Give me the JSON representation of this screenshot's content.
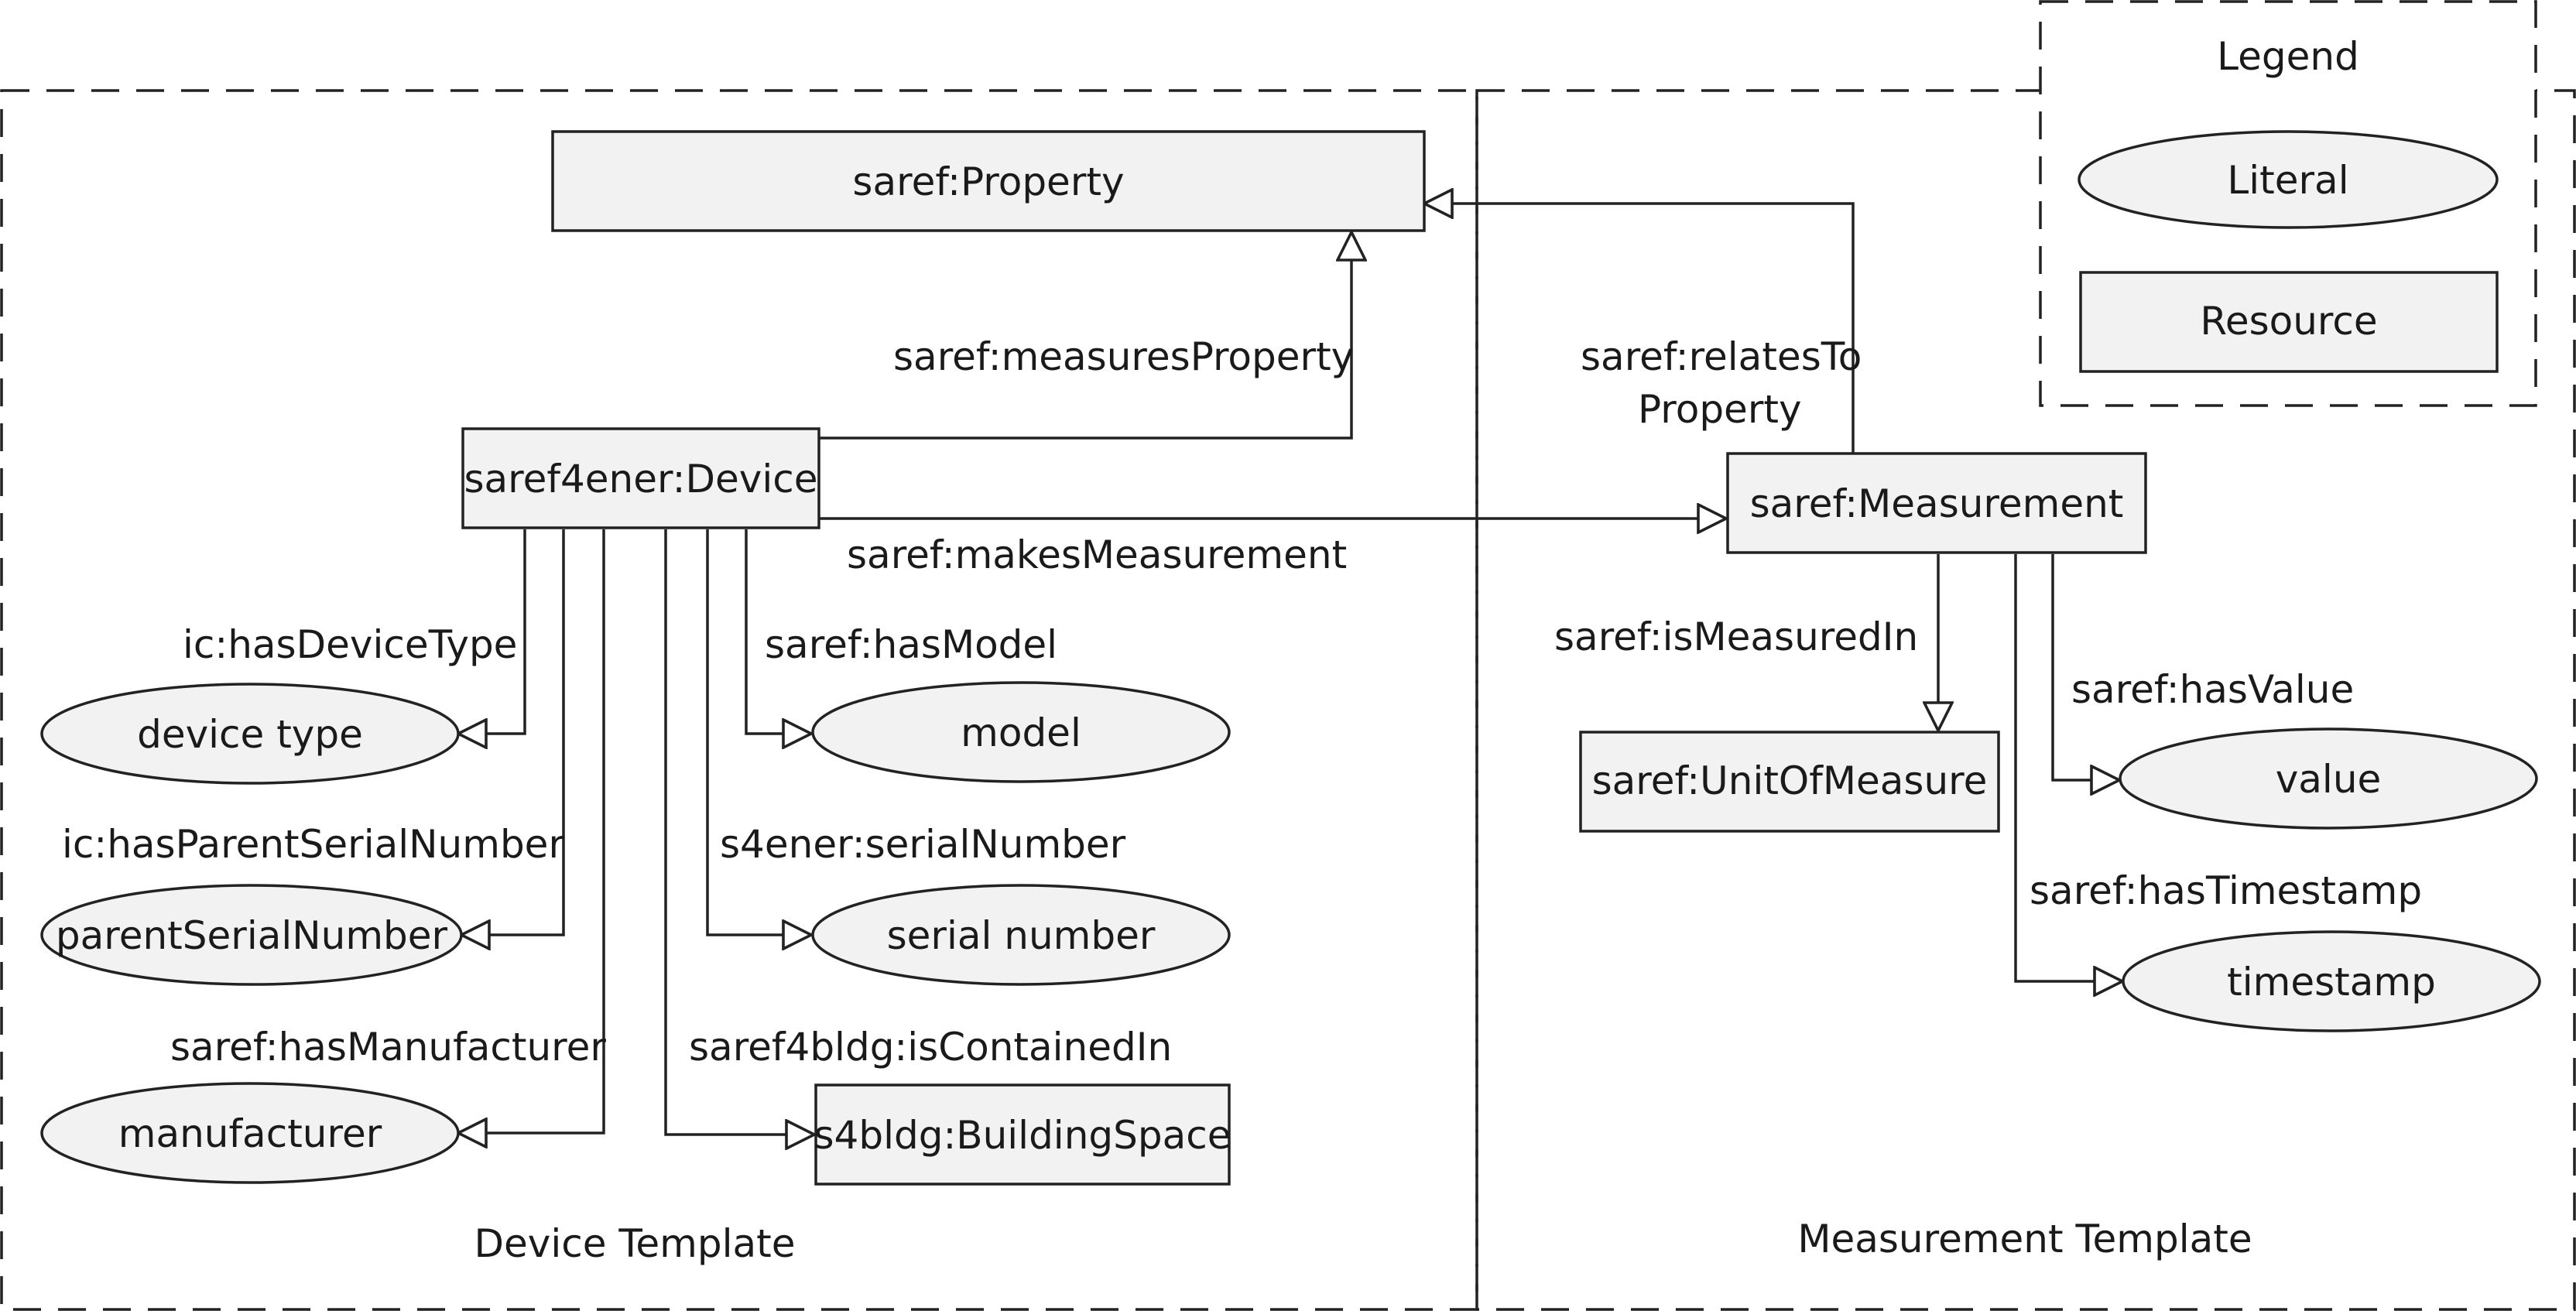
{
  "nodes": {
    "property": "saref:Property",
    "device": "saref4ener:Device",
    "measurement": "saref:Measurement",
    "unit": "saref:UnitOfMeasure",
    "device_type": "device type",
    "model": "model",
    "parent_serial": "parentSerialNumber",
    "serial_number": "serial number",
    "manufacturer": "manufacturer",
    "building_space": "s4bldg:BuildingSpace",
    "value": "value",
    "timestamp": "timestamp"
  },
  "edges": {
    "measures_property": "saref:measuresProperty",
    "relates_to_property_1": "saref:relatesTo",
    "relates_to_property_2": "Property",
    "makes_measurement": "saref:makesMeasurement",
    "has_device_type": "ic:hasDeviceType",
    "has_model": "saref:hasModel",
    "has_parent_serial": "ic:hasParentSerialNumber",
    "serial_number": "s4ener:serialNumber",
    "has_manufacturer": "saref:hasManufacturer",
    "is_contained_in": "saref4bldg:isContainedIn",
    "is_measured_in": "saref:isMeasuredIn",
    "has_value": "saref:hasValue",
    "has_timestamp": "saref:hasTimestamp"
  },
  "regions": {
    "device_template": "Device Template",
    "measurement_template": "Measurement Template"
  },
  "legend": {
    "title": "Legend",
    "literal": "Literal",
    "resource": "Resource"
  },
  "colors": {
    "node_fill": "#f2f2f2",
    "stroke": "#222222"
  }
}
